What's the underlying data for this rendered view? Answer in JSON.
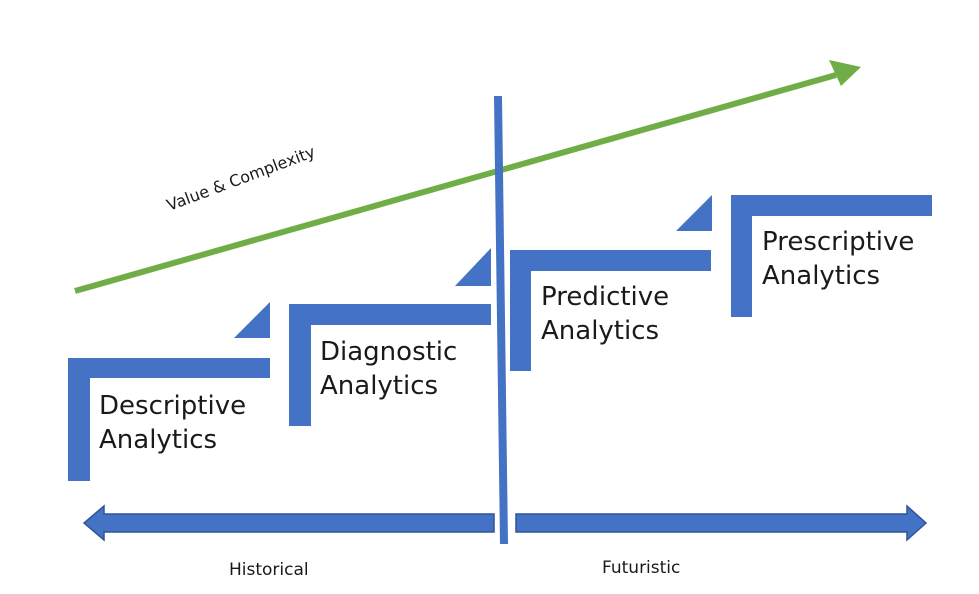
{
  "colors": {
    "blue": "#4472c4",
    "blue_border": "#2f5597",
    "green": "#70ad47",
    "text": "#1a1a1a"
  },
  "trend": {
    "label": "Value & Complexity"
  },
  "stages": [
    {
      "line1": "Descriptive",
      "line2": "Analytics"
    },
    {
      "line1": "Diagnostic",
      "line2": "Analytics"
    },
    {
      "line1": "Predictive",
      "line2": "Analytics"
    },
    {
      "line1": "Prescriptive",
      "line2": "Analytics"
    }
  ],
  "timeline": {
    "past_label": "Historical",
    "future_label": "Futuristic"
  }
}
